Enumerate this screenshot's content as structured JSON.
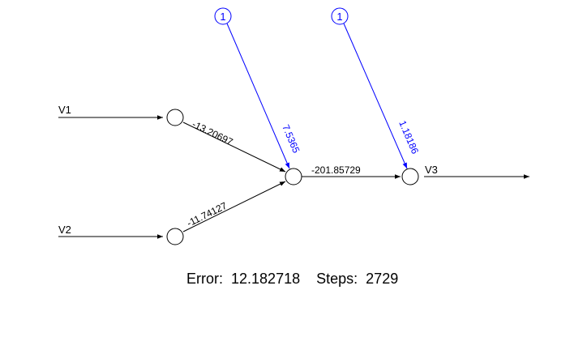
{
  "network": {
    "inputs": {
      "v1": "V1",
      "v2": "V2"
    },
    "output": "V3",
    "bias_labels": {
      "hidden": "1",
      "output": "1"
    },
    "weights": {
      "v1_to_hidden": "-13.20697",
      "v2_to_hidden": "-11.74127",
      "bias_to_hidden": "7.5365",
      "hidden_to_output": "-201.85729",
      "bias_to_output": "1.18186"
    },
    "colors": {
      "weights": "#000000",
      "bias": "#0000ff"
    }
  },
  "footer": {
    "error_label": "Error:",
    "error_value": "12.182718",
    "steps_label": "Steps:",
    "steps_value": "2729"
  }
}
